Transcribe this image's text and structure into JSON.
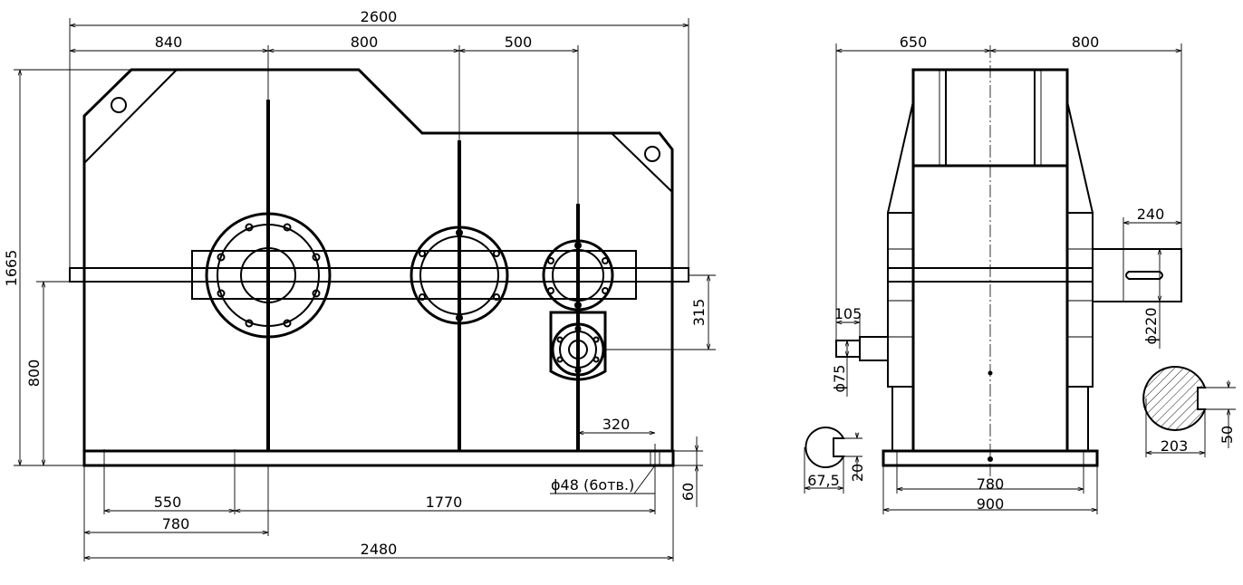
{
  "front_view": {
    "dims": {
      "overall_width": "2600",
      "span_left": "840",
      "span_mid": "800",
      "span_right": "500",
      "overall_height": "1665",
      "axis_height": "800",
      "output_offset": "315",
      "bolt_offset": "320",
      "hole_note": "ϕ48 (6отв.)",
      "foot_thickness": "60",
      "base_550": "550",
      "base_1770": "1770",
      "base_780": "780",
      "base_length": "2480"
    }
  },
  "side_view": {
    "dims": {
      "top_left": "650",
      "top_right": "800",
      "shaft_ext": "240",
      "shaft_dia_large": "ϕ220",
      "shaft_len_small": "105",
      "shaft_dia_small": "ϕ75",
      "base_inner": "780",
      "base_outer": "900"
    }
  },
  "section_small": {
    "dia": "67,5",
    "key": "20"
  },
  "section_large": {
    "dia": "203",
    "key": "50"
  }
}
